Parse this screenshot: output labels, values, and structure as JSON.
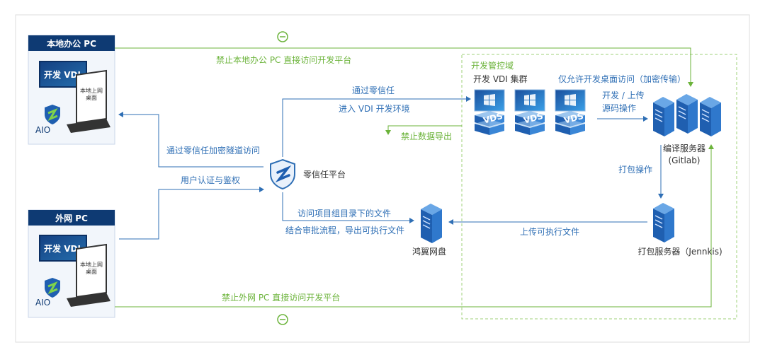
{
  "colors": {
    "blue": "#2f6fb5",
    "navy": "#0e3a73",
    "green": "#6bb33a",
    "text": "#333333",
    "zoneBorder": "#9fd17a"
  },
  "left": {
    "office": {
      "title": "本地办公 PC",
      "vdi": "开发 VDI",
      "desk": "本地上网桌面",
      "aio": "AIO"
    },
    "external": {
      "title": "外网 PC",
      "vdi": "开发 VDI",
      "desk": "本地上网桌面",
      "aio": "AIO"
    }
  },
  "labels": {
    "forbid_office": "禁止本地办公 PC 直接访问开发平台",
    "forbid_external": "禁止外网 PC 直接访问开发平台",
    "tunnel": "通过零信任加密隧道访问",
    "auth": "用户认证与鉴权",
    "zt_platform": "零信任平台",
    "via_zt_1": "通过零信任",
    "via_zt_2": "进入 VDI 开发环境",
    "zone_title": "开发管控域",
    "vdi_cluster": "开发 VDI 集群",
    "only_allow": "仅允许开发桌面访问（加密传输）",
    "dev_upload_1": "开发 / 上传",
    "dev_upload_2": "源码操作",
    "no_export": "禁止数据导出",
    "build_server_1": "编译服务器",
    "build_server_2": "(Gitlab)",
    "pack_op": "打包操作",
    "pack_server": "打包服务器（Jennkis)",
    "upload_exe": "上传可执行文件",
    "access_files": "访问项目组目录下的文件",
    "approve_export": "结合审批流程，导出可执行文件",
    "netdisk": "鸿翼网盘",
    "vds": "VDS"
  }
}
